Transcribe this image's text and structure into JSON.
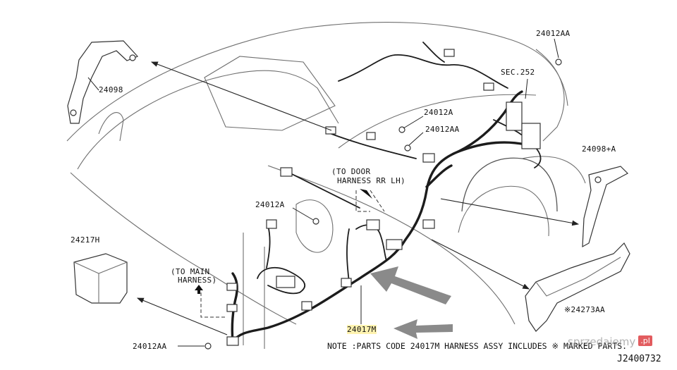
{
  "labels": {
    "p24012AA_top": "24012AA",
    "sec252": "SEC.252",
    "p24098": "24098",
    "p24012A_1": "24012A",
    "p24012AA_mid": "24012AA",
    "p24098A": "24098+A",
    "to_door_line1": "(TO DOOR",
    "to_door_line2": "HARNESS RR LH)",
    "p24012A_2": "24012A",
    "p24217H": "24217H",
    "to_main_line1": "(TO MAIN",
    "to_main_line2": "HARNESS)",
    "p24273AA": "※24273AA",
    "p24017M": "24017M",
    "p24012AA_bot": "24012AA"
  },
  "note": "NOTE :PARTS CODE 24017M HARNESS ASSY INCLUDES ※ MARKED PARTS.",
  "diagram_code": "J2400732",
  "watermark": {
    "text": "sprzedajemy",
    "badge": ".pl"
  },
  "colors": {
    "highlight": "#fff3b0",
    "pointer_arrow": "#8a8a8a",
    "watermark_badge": "#d9262a"
  }
}
